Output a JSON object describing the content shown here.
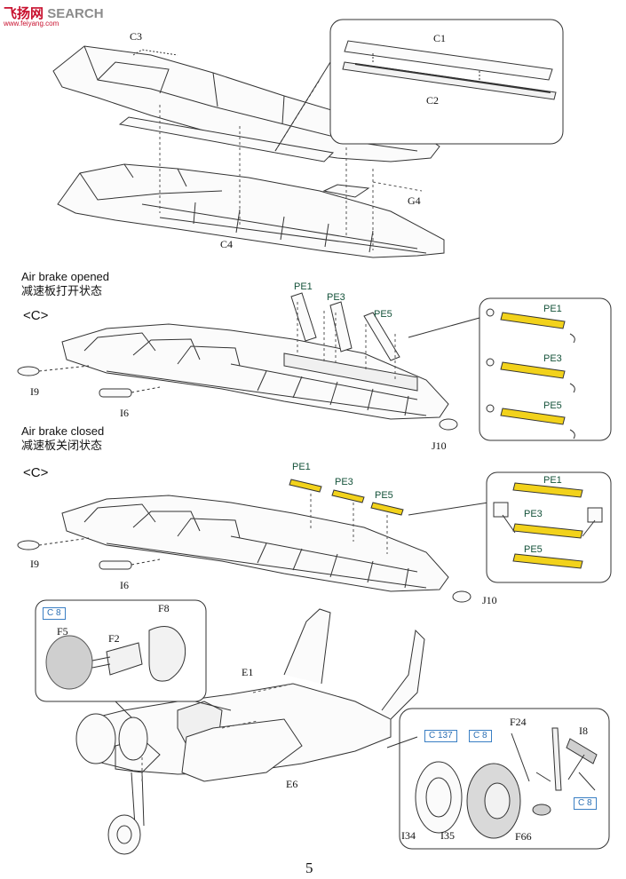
{
  "watermark": {
    "brand": "飞扬网",
    "text": "SEARCH",
    "url": "www.feiyang.com"
  },
  "page_number": "5",
  "step_top": {
    "labels": {
      "c3": "C3",
      "c4": "C4",
      "g4": "G4"
    },
    "inset_labels": {
      "c1": "C1",
      "c2": "C2"
    }
  },
  "air_brake_opened": {
    "title_en": "Air brake opened",
    "title_cn": "减速板打开状态",
    "marker": "<C>",
    "labels": {
      "pe1": "PE1",
      "pe3": "PE3",
      "pe5": "PE5",
      "i9": "I9",
      "i6": "I6",
      "j10": "J10"
    },
    "inset_labels": {
      "pe1": "PE1",
      "pe3": "PE3",
      "pe5": "PE5"
    }
  },
  "air_brake_closed": {
    "title_en": "Air brake closed",
    "title_cn": "减速板关闭状态",
    "marker": "<C>",
    "labels": {
      "pe1": "PE1",
      "pe3": "PE3",
      "pe5": "PE5",
      "i9": "I9",
      "i6": "I6",
      "j10": "J10"
    },
    "inset_labels": {
      "pe1": "PE1",
      "pe3": "PE3",
      "pe5": "PE5"
    }
  },
  "fuselage": {
    "labels": {
      "e1": "E1",
      "e6": "E6"
    },
    "inset_left": {
      "ref": "C 8",
      "f5": "F5",
      "f2": "F2",
      "f8": "F8"
    },
    "inset_right": {
      "ref1": "C 137",
      "ref2": "C 8",
      "ref3": "C 8",
      "f24": "F24",
      "i8": "I8",
      "i34": "I34",
      "i35": "I35",
      "f66": "F66"
    }
  },
  "colors": {
    "photo_etch": "#f2d21b",
    "ref_blue": "#3a7fc4",
    "label_green": "#14523a",
    "line": "#333333"
  }
}
